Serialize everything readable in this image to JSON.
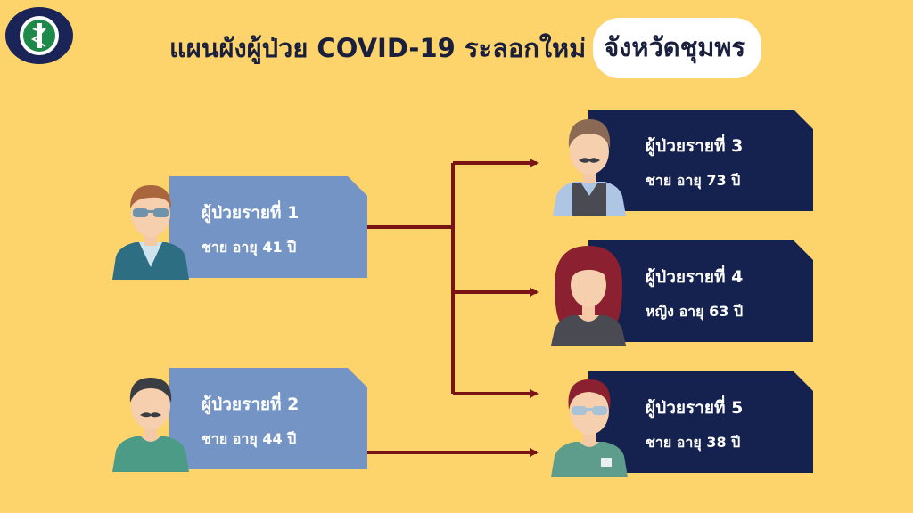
{
  "header": {
    "title_main": "แผนผังผู้ป่วย COVID-19 ระลอกใหม่",
    "title_highlight": "จังหวัดชุมพร"
  },
  "patients": [
    {
      "name": "ผู้ป่วยรายที่ 1",
      "info": "ชาย อายุ 41 ปี"
    },
    {
      "name": "ผู้ป่วยรายที่ 2",
      "info": "ชาย อายุ 44 ปี"
    },
    {
      "name": "ผู้ป่วยรายที่ 3",
      "info": "ชาย อายุ 73 ปี"
    },
    {
      "name": "ผู้ป่วยรายที่ 4",
      "info": "หญิง อายุ 63 ปี"
    },
    {
      "name": "ผู้ป่วยรายที่ 5",
      "info": "ชาย อายุ 38 ปี"
    }
  ],
  "connections": [
    {
      "from": "ผู้ป่วยรายที่ 1",
      "to": "ผู้ป่วยรายที่ 3"
    },
    {
      "from": "ผู้ป่วยรายที่ 1",
      "to": "ผู้ป่วยรายที่ 4"
    },
    {
      "from": "ผู้ป่วยรายที่ 1",
      "to": "ผู้ป่วยรายที่ 5"
    },
    {
      "from": "ผู้ป่วยรายที่ 2",
      "to": "ผู้ป่วยรายที่ 5"
    }
  ],
  "colors": {
    "background": "#fdd36b",
    "left_card": "#7394c5",
    "right_card": "#15224f",
    "arrow": "#7a1414"
  }
}
